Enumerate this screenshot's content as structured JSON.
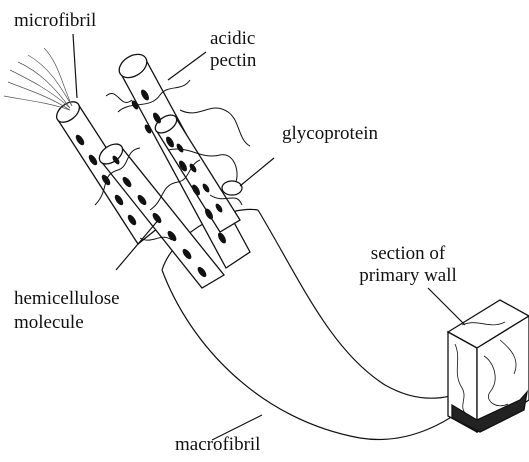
{
  "labels": {
    "microfibril": "microfibril",
    "acidic_pectin": [
      "acidic",
      "pectin"
    ],
    "glycoprotein": "glycoprotein",
    "hemicellulose_molecule": [
      "hemicellulose",
      "molecule"
    ],
    "section_of_primary_wall": [
      "section of",
      "primary wall"
    ],
    "macrofibril": "macrofibril"
  },
  "colors": {
    "ink": "#111111",
    "background": "#ffffff"
  }
}
